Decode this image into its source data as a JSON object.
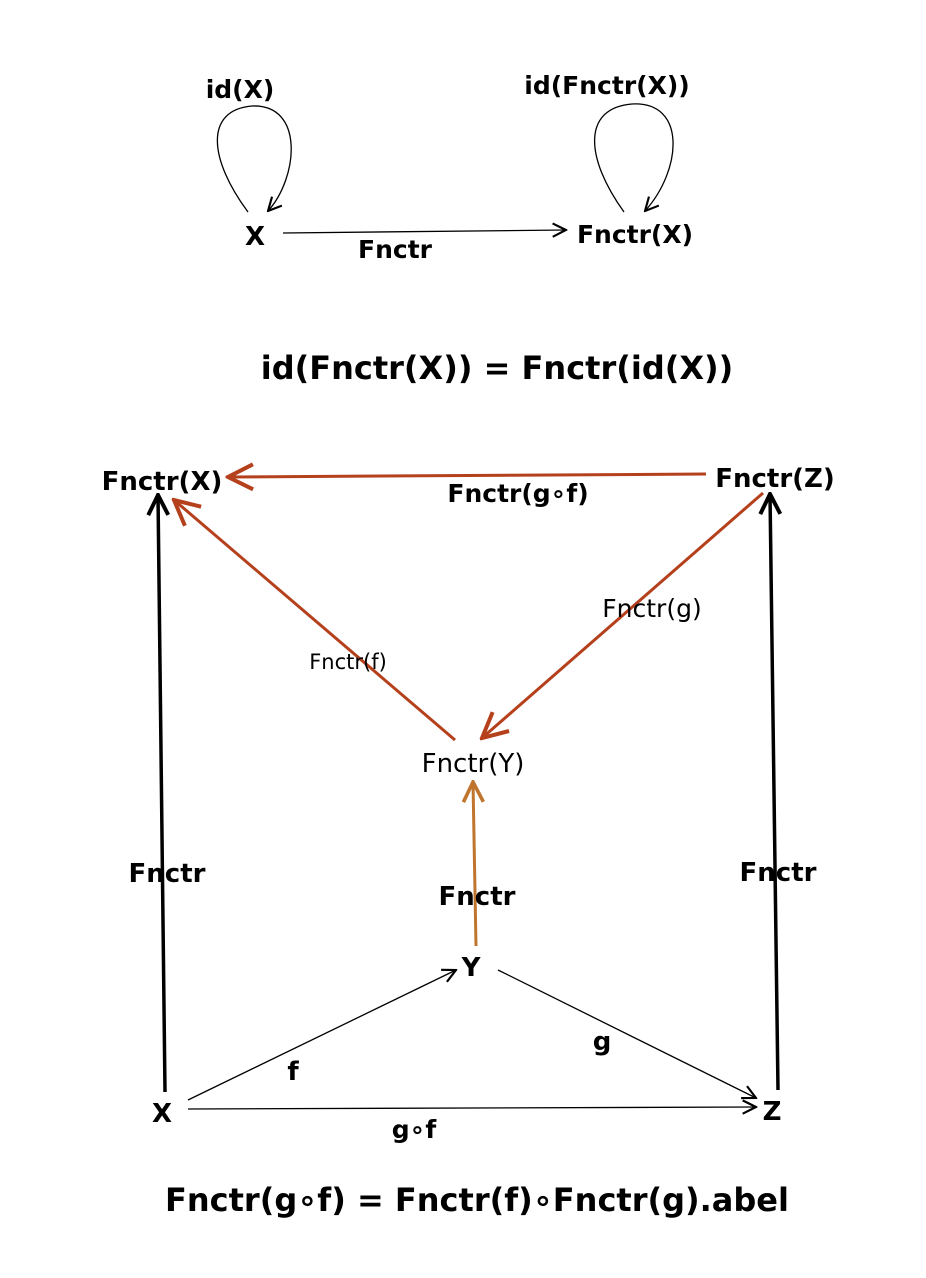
{
  "colors": {
    "black": "#000000",
    "rust": "#b5401c",
    "orange": "#c0752e"
  },
  "top": {
    "nodes": {
      "x": "X",
      "fx": "Fnctr(X)"
    },
    "loops": {
      "id_x": "id(X)",
      "id_fx": "id(Fnctr(X))"
    },
    "arrow_label": "Fnctr"
  },
  "equations": {
    "identity": "id(Fnctr(X)) = Fnctr(id(X))",
    "composition": "Fnctr(g∘f) = Fnctr(f)∘Fnctr(g).abel"
  },
  "bottom": {
    "nodes": {
      "fx": "Fnctr(X)",
      "fz": "Fnctr(Z)",
      "fy": "Fnctr(Y)",
      "x": "X",
      "y": "Y",
      "z": "Z"
    },
    "arrow_labels": {
      "fgf": "Fnctr(g∘f)",
      "fg": "Fnctr(g)",
      "ff": "Fnctr(f)",
      "left": "Fnctr",
      "right": "Fnctr",
      "middle": "Fnctr",
      "f": "f",
      "g": "g",
      "gf": "g∘f"
    }
  }
}
